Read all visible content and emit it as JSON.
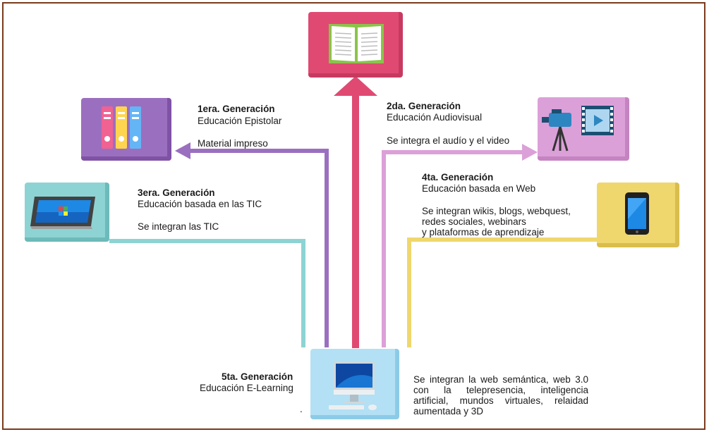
{
  "colors": {
    "frame": "#7b3a1c",
    "gen1": "#9b6fbf",
    "gen2": "#dca0d8",
    "gen3": "#8ed3d3",
    "gen4": "#efd76e",
    "gen5": "#b3e0f4",
    "top": "#e04a72"
  },
  "generations": [
    {
      "id": "gen1",
      "title": "1era. Generación",
      "subtitle": "Educación Epistolar",
      "description": "Material impreso",
      "icon": "binders-icon"
    },
    {
      "id": "gen2",
      "title": "2da. Generación",
      "subtitle": "Educación  Audiovisual",
      "description": "Se integra el audío y el video",
      "icon": "video-camera-icon"
    },
    {
      "id": "gen3",
      "title": "3era. Generación",
      "subtitle": "Educación basada en las TIC",
      "description": "Se integran las TIC",
      "icon": "tablet-icon"
    },
    {
      "id": "gen4",
      "title": "4ta. Generación",
      "subtitle": "Educación basada en Web",
      "description_lines": [
        "Se integran wikis, blogs, webquest,",
        "redes sociales, webinars",
        "y plataformas de aprendizaje"
      ],
      "icon": "smartphone-icon"
    },
    {
      "id": "gen5",
      "title": "5ta. Generación",
      "subtitle": "Educación E-Learning",
      "note": ".",
      "description": "Se integran la web semántica, web 3.0 con la telepresencia, inteligencia artificial, mundos virtuales, relaidad aumentada y 3D",
      "icon": "desktop-computer-icon"
    }
  ],
  "top_icon": "open-book-icon"
}
